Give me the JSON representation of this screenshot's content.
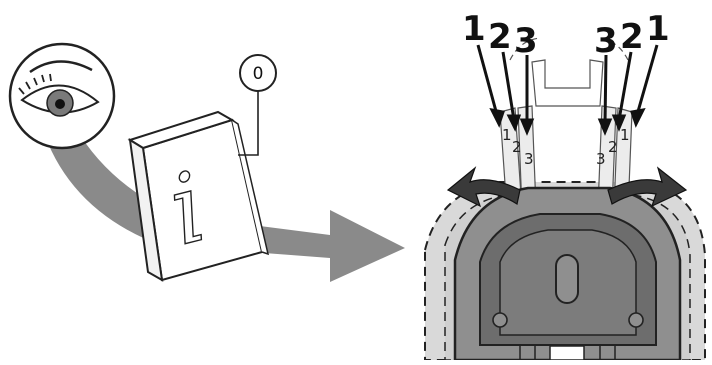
{
  "callout": {
    "label": "0",
    "icon": "manual-info-icon"
  },
  "booklet": {
    "glyph": "i"
  },
  "positions": {
    "left": [
      {
        "big": "1",
        "small": "1"
      },
      {
        "big": "2",
        "small": "2"
      },
      {
        "big": "3",
        "small": "3"
      }
    ],
    "right": [
      {
        "big": "3",
        "small": "3"
      },
      {
        "big": "2",
        "small": "2"
      },
      {
        "big": "1",
        "small": "1"
      }
    ]
  },
  "colors": {
    "flow_arrow": "#8a8a8a",
    "rotate_arrow": "#3a3a3a",
    "device_body": "#8f8f8f",
    "device_inner": "#6d6d6d",
    "device_shadow": "#cfcfcf",
    "outline": "#222222"
  }
}
